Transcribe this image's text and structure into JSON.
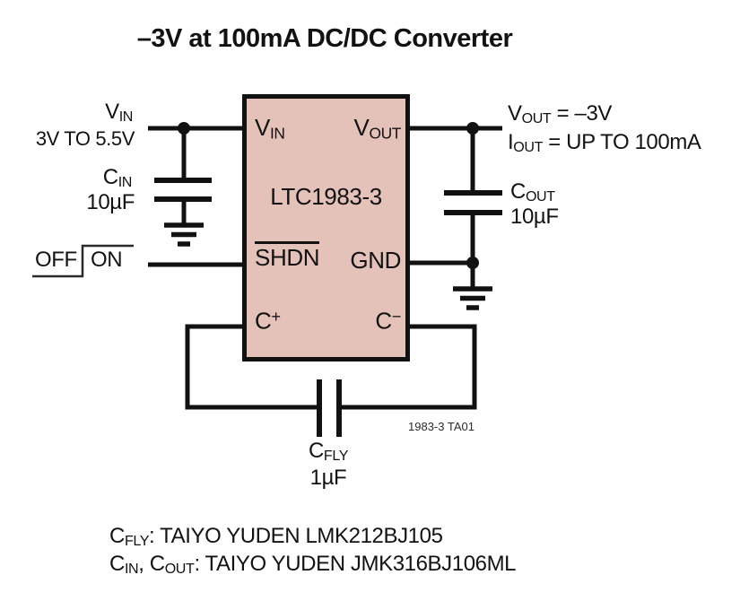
{
  "title": "–3V at 100mA DC/DC Converter",
  "colors": {
    "ic_fill": "#e5c2b9",
    "wire": "#111111"
  },
  "ic": {
    "part_number": "LTC1983-3",
    "pins": {
      "vin": {
        "main": "V",
        "sub": "IN"
      },
      "vout": {
        "main": "V",
        "sub": "OUT"
      },
      "shdn": "SHDN",
      "gnd": "GND",
      "c_plus": {
        "main": "C",
        "sup": "+"
      },
      "c_minus": {
        "main": "C",
        "sup": "−"
      }
    }
  },
  "input": {
    "rail": {
      "main": "V",
      "sub": "IN"
    },
    "range": "3V TO 5.5V",
    "cap": {
      "main": "C",
      "sub": "IN"
    },
    "cap_value": "10µF"
  },
  "shutdown": {
    "off": "OFF",
    "on": "ON"
  },
  "output": {
    "line1": {
      "main": "V",
      "sub": "OUT",
      "rest": " = –3V"
    },
    "line2": {
      "main": "I",
      "sub": "OUT",
      "rest": " = UP TO 100mA"
    },
    "cap": {
      "main": "C",
      "sub": "OUT"
    },
    "cap_value": "10µF"
  },
  "fly_cap": {
    "label": {
      "main": "C",
      "sub": "FLY"
    },
    "value": "1µF"
  },
  "figure_ref": "1983-3 TA01",
  "notes": {
    "line1": {
      "c1": "C",
      "c1_sub": "FLY",
      "rest": ": TAIYO YUDEN LMK212BJ105"
    },
    "line2": {
      "c1": "C",
      "c1_sub": "IN",
      "mid": ", ",
      "c2": "C",
      "c2_sub": "OUT",
      "rest": ": TAIYO YUDEN JMK316BJ106ML"
    }
  }
}
